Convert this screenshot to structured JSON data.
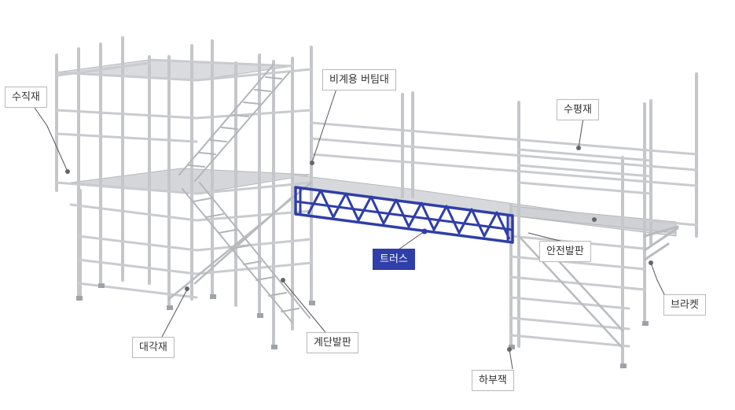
{
  "colors": {
    "pipe": "#c7c9cd",
    "pipe_dark": "#a9acb1",
    "deck": "#d4d6da",
    "truss": "#2f3ea8",
    "leader": "#555555",
    "dot": "#666666"
  },
  "labels": {
    "vertical": "수직재",
    "stair_support": "비계용 버팀대",
    "horizontal": "수평재",
    "truss": "트러스",
    "safety_plank": "안전발판",
    "bracket": "브라켓",
    "diagonal": "대각재",
    "stair_plank": "계단발판",
    "base_jack": "하부잭"
  }
}
